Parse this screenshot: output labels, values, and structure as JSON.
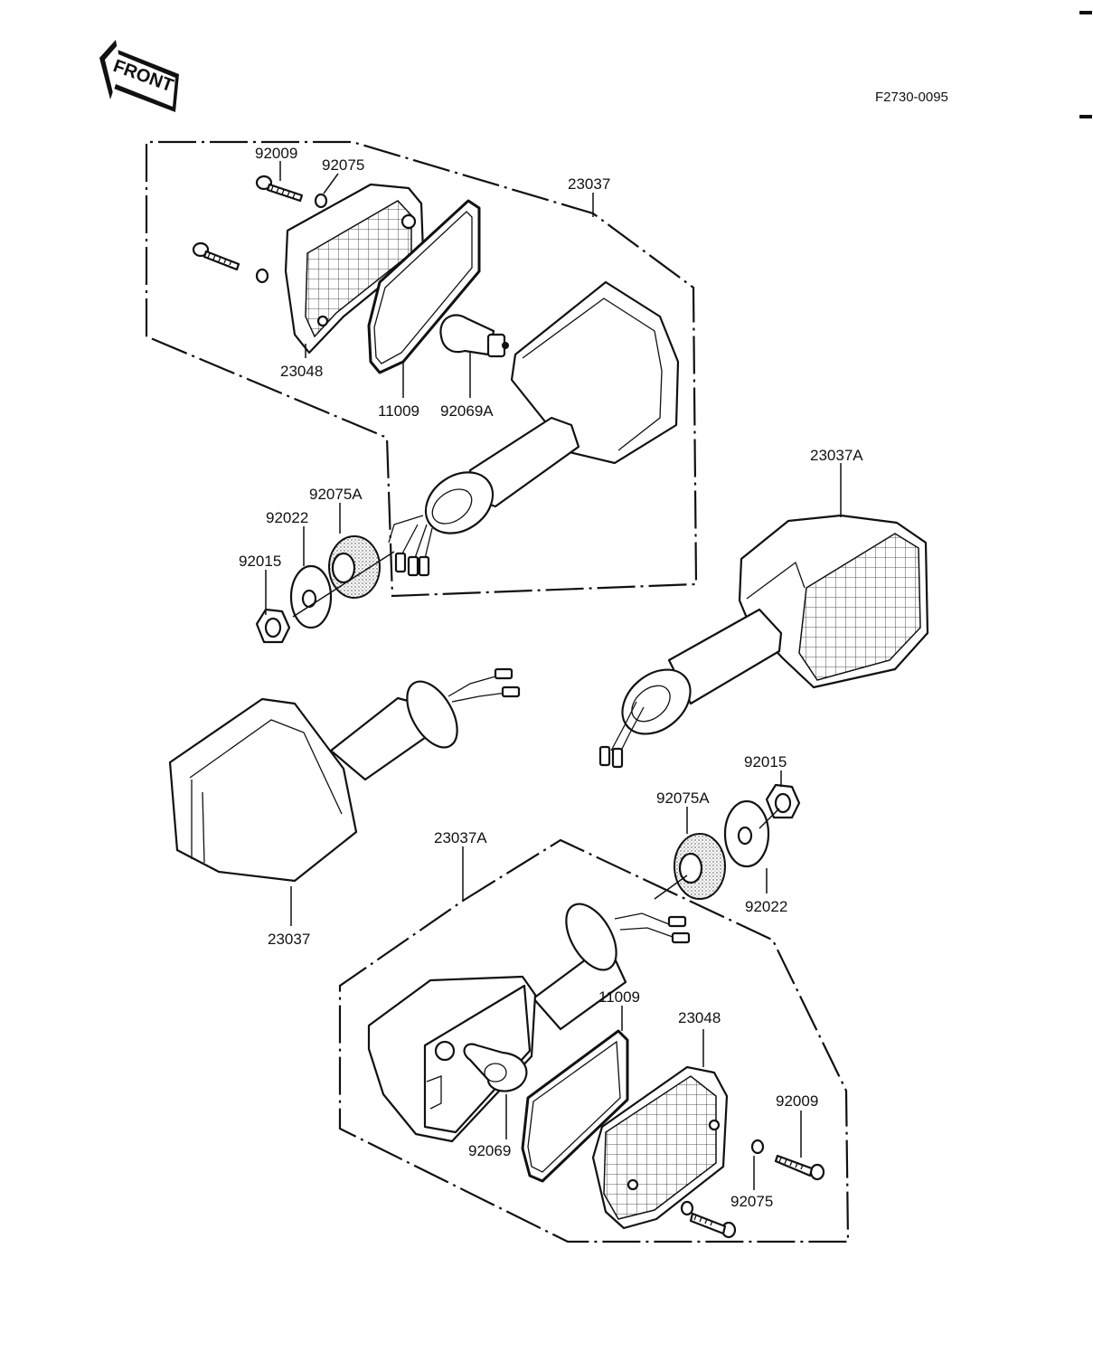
{
  "diagram": {
    "figure_code": "F2730-0095",
    "front_label": "FRONT",
    "parts": {
      "front_lens": "23048",
      "front_gasket": "11009",
      "front_bulb": "92069A",
      "front_screw": "92009",
      "front_washer": "92075",
      "front_signal_right": "23037",
      "front_signal_left": "23037",
      "front_grommet": "92075A",
      "front_plain_washer": "92022",
      "front_nut": "92015",
      "rear_signal_right": "23037A",
      "rear_signal_left": "23037A",
      "rear_nut": "92015",
      "rear_grommet": "92075A",
      "rear_plain_washer": "92022",
      "rear_gasket": "11009",
      "rear_lens": "23048",
      "rear_bulb": "92069",
      "rear_screw": "92009",
      "rear_washer": "92075"
    }
  }
}
